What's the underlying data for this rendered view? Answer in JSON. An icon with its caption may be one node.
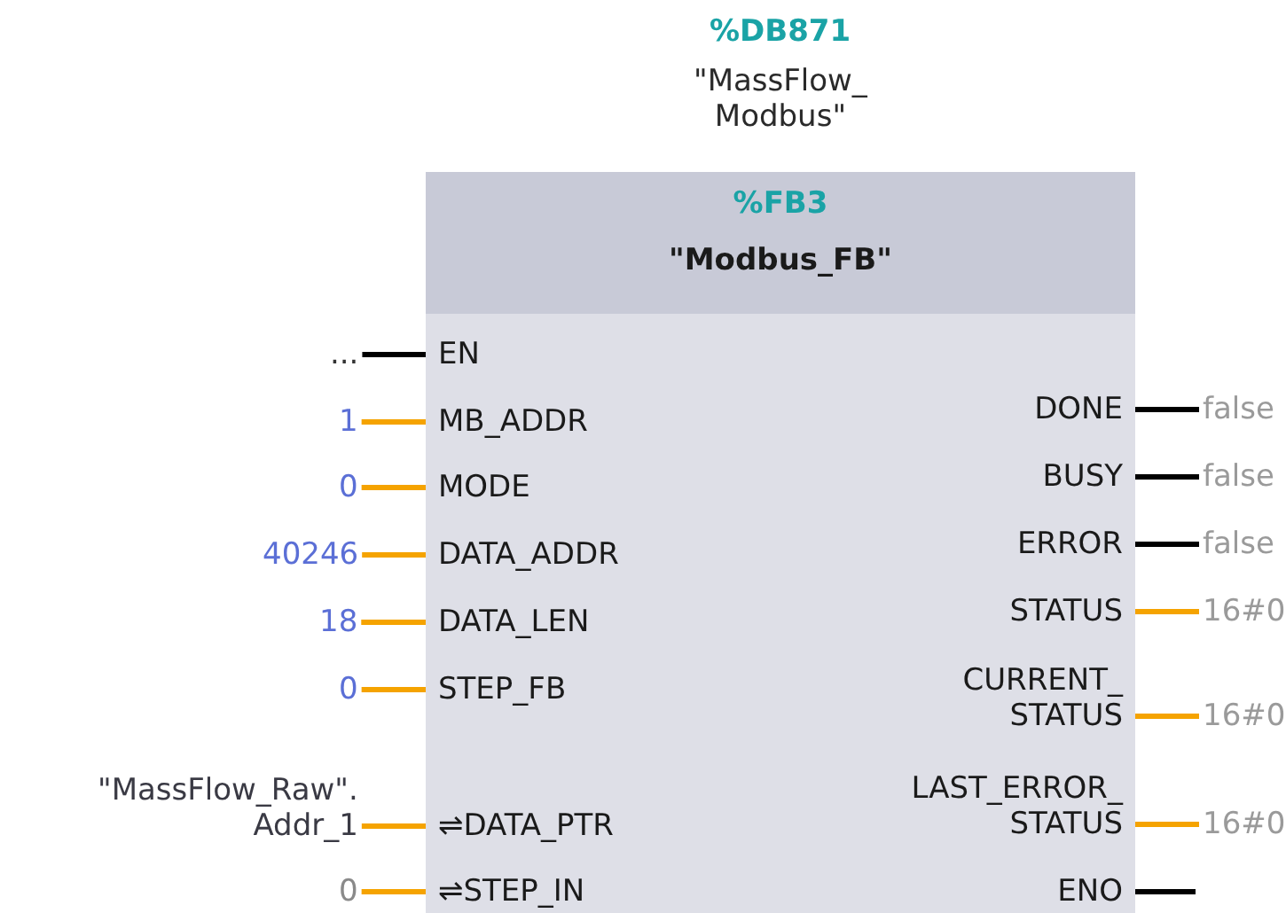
{
  "diagram": {
    "nodes": [
      {
        "text": [
          "%FB3",
          "\"Modbus_FB\""
        ],
        "beside": [
          "%DB871",
          "\"MassFlow_ Modbus\""
        ]
      },
      {
        "text": [
          "EN"
        ],
        "in": 0
      },
      {
        "text": [
          "MB_ADDR"
        ],
        "in": 0
      },
      {
        "text": [
          "MODE"
        ],
        "in": 0
      },
      {
        "text": [
          "DATA_ADDR"
        ],
        "in": 0
      },
      {
        "text": [
          "DATA_LEN"
        ],
        "in": 0
      },
      {
        "text": [
          "STEP_FB"
        ],
        "in": 0
      },
      {
        "text": [
          "⇌DATA_PTR"
        ],
        "in": 0
      },
      {
        "text": [
          "⇌STEP_IN"
        ],
        "in": 0
      },
      {
        "text": [
          "DONE"
        ],
        "in": 0
      },
      {
        "text": [
          "BUSY"
        ],
        "in": 0
      },
      {
        "text": [
          "ERROR"
        ],
        "in": 0
      },
      {
        "text": [
          "STATUS"
        ],
        "in": 0
      },
      {
        "text": [
          "CURRENT_ STATUS"
        ],
        "in": 0
      },
      {
        "text": [
          "LAST_ERROR_ STATUS"
        ],
        "in": 0
      },
      {
        "text": [
          "ENO"
        ],
        "in": 0
      },
      {
        "text": [
          "..."
        ]
      },
      {
        "text": [
          "1"
        ]
      },
      {
        "text": [
          "0"
        ]
      },
      {
        "text": [
          "40246"
        ]
      },
      {
        "text": [
          "18"
        ]
      },
      {
        "text": [
          "0"
        ]
      },
      {
        "text": [
          "\"MassFlow_Raw\". Addr_1"
        ]
      },
      {
        "text": [
          "0"
        ]
      },
      {
        "text": [
          "false"
        ]
      },
      {
        "text": [
          "false"
        ]
      },
      {
        "text": [
          "false"
        ]
      },
      {
        "text": [
          "16#0"
        ]
      },
      {
        "text": [
          "16#0"
        ]
      },
      {
        "text": [
          "16#0"
        ]
      }
    ],
    "edges": [
      {
        "from": 16,
        "to": 1,
        "arrow": "none",
        "color": "#000000"
      },
      {
        "from": 17,
        "to": 2,
        "arrow": "none"
      },
      {
        "from": 18,
        "to": 3,
        "arrow": "none"
      },
      {
        "from": 19,
        "to": 4,
        "arrow": "none"
      },
      {
        "from": 20,
        "to": 5,
        "arrow": "none"
      },
      {
        "from": 21,
        "to": 6,
        "arrow": "none"
      },
      {
        "from": 22,
        "to": 7,
        "arrow": "none"
      },
      {
        "from": 23,
        "to": 8,
        "arrow": "none"
      },
      {
        "from": 9,
        "to": 24,
        "arrow": "none",
        "color": "#000000"
      },
      {
        "from": 10,
        "to": 25,
        "arrow": "none",
        "color": "#000000"
      },
      {
        "from": 11,
        "to": 26,
        "arrow": "none",
        "color": "#000000"
      },
      {
        "from": 12,
        "to": 27,
        "arrow": "none"
      },
      {
        "from": 13,
        "to": 28,
        "arrow": "none"
      },
      {
        "from": 14,
        "to": 29,
        "arrow": "none"
      },
      {
        "from": 15,
        "to": null,
        "arrow": "none",
        "color": "#000000"
      }
    ]
  }
}
